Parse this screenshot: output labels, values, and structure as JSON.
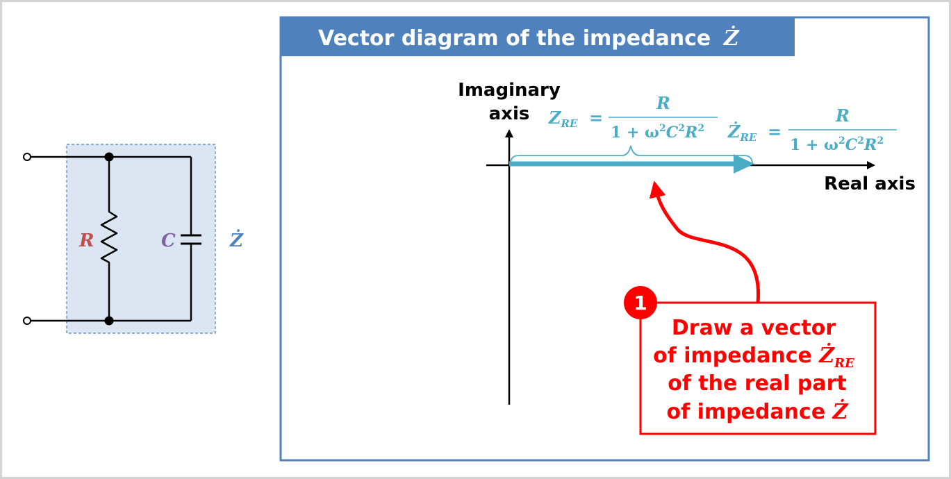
{
  "panel": {
    "title_text": "Vector diagram of the impedance ",
    "title_symbol": "Ż"
  },
  "circuit": {
    "resistor_label": "R",
    "capacitor_label": "C",
    "impedance_label": "Ż"
  },
  "axes": {
    "imaginary_label_line1": "Imaginary",
    "imaginary_label_line2": "axis",
    "real_label": "Real axis"
  },
  "formula_left": {
    "lhs_main": "Z",
    "lhs_sub": "RE",
    "equals": "=",
    "numerator": "R",
    "den_one": "1 + ω",
    "den_sq1": "2",
    "den_c": "C",
    "den_sq2": "2",
    "den_r": "R",
    "den_sq3": "2"
  },
  "formula_right": {
    "lhs_main": "Ż",
    "lhs_sub": "RE",
    "equals": "=",
    "numerator": "R",
    "den_one": "1 + ω",
    "den_sq1": "2",
    "den_c": "C",
    "den_sq2": "2",
    "den_r": "R",
    "den_sq3": "2"
  },
  "callout": {
    "step_number": "1",
    "line1": "Draw a vector",
    "line2_text": "of impedance ",
    "line2_symbol": "Ż",
    "line2_sub": "RE",
    "line3": "of the real part",
    "line4_text": "of impedance ",
    "line4_symbol": "Ż"
  },
  "colors": {
    "title_bar": "#4f81bd",
    "panel_border": "#4f81bd",
    "zone_fill": "#dce6f2",
    "zone_border": "#4f81bd",
    "resistor_label": "#c0504d",
    "capacitor_label": "#8064a2",
    "impedance_label": "#4f81bd",
    "vector": "#4bacc6",
    "callout": "#ff0000"
  }
}
